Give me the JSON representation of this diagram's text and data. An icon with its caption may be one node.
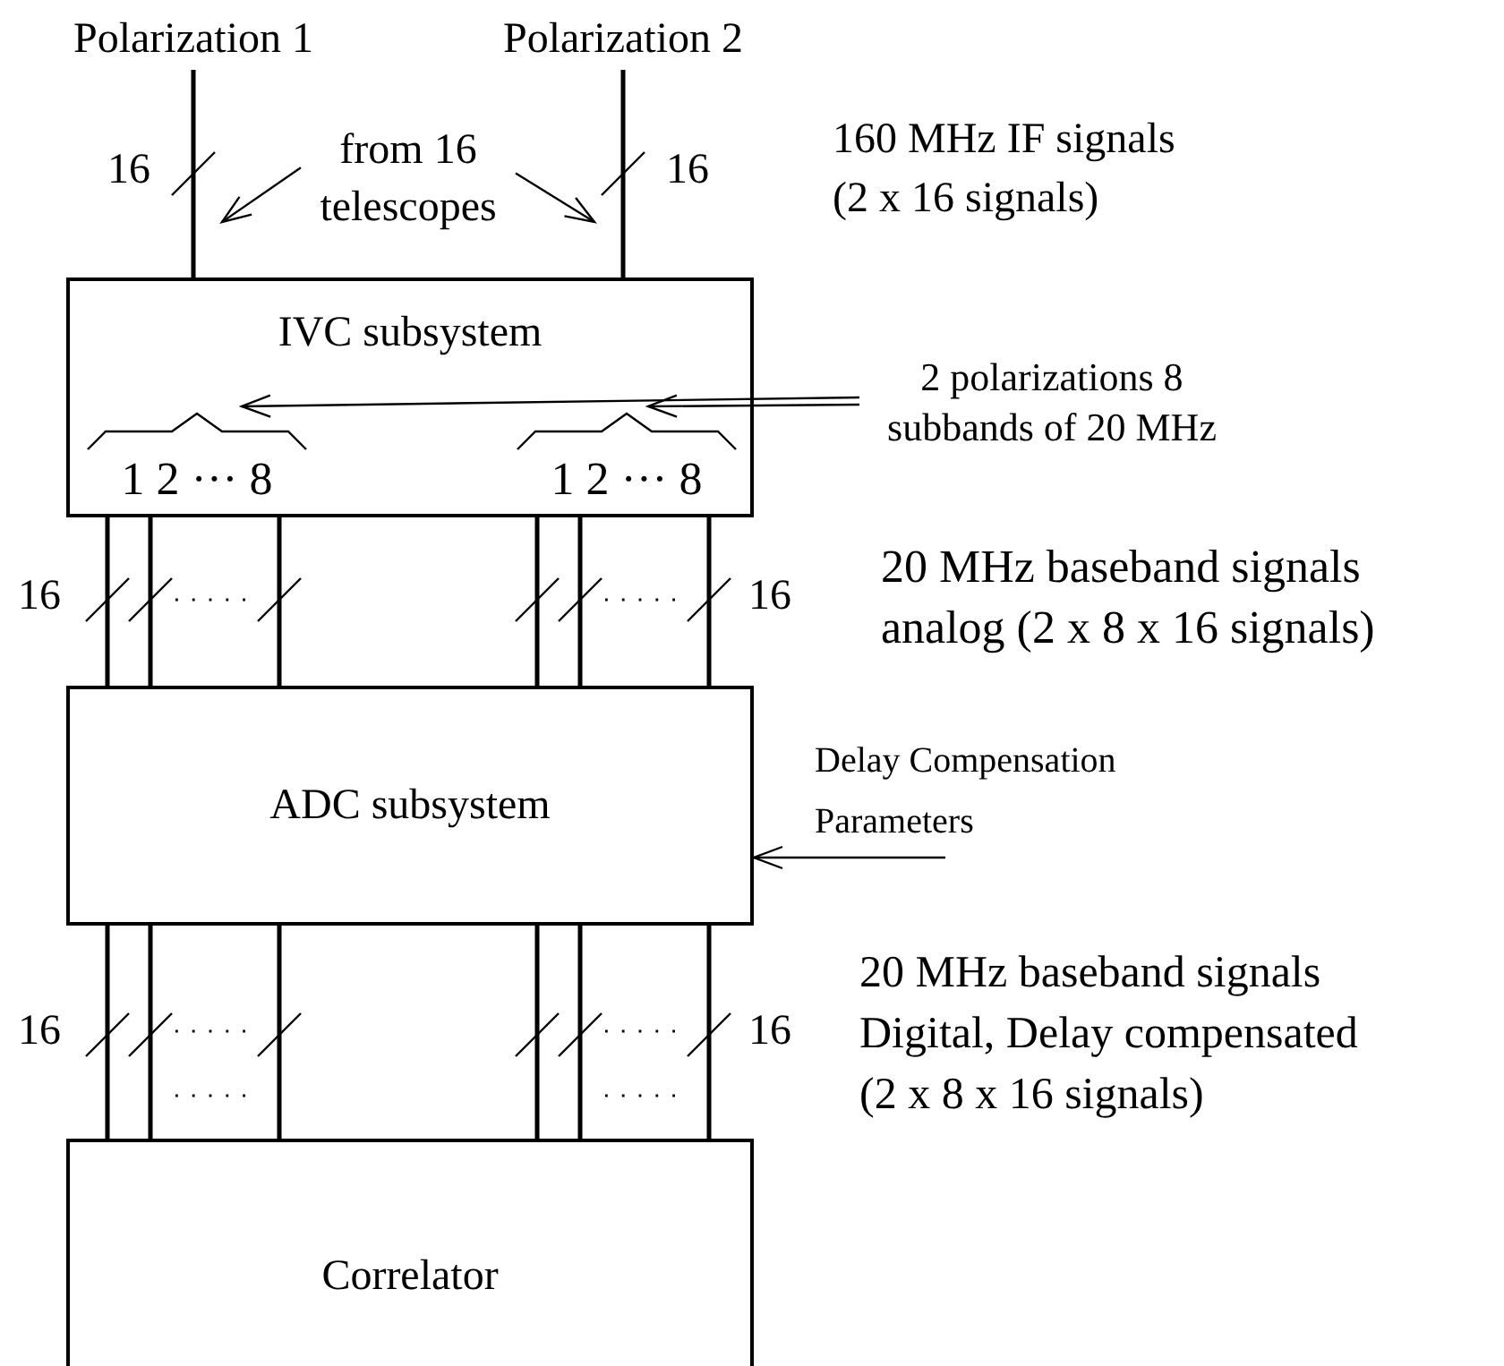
{
  "diagram": {
    "nodes": [
      {
        "text": [
          "Polarization 1"
        ]
      },
      {
        "text": [
          "Polarization 2"
        ]
      },
      {
        "text": [
          "from 16 telescopes"
        ]
      },
      {
        "text": [
          "IVC subsystem"
        ]
      },
      {
        "text": [
          "2 polarizations 8 subbands of 20 MHz"
        ]
      },
      {
        "text": [
          "1 2 ··· 8"
        ],
        "in": 3
      },
      {
        "text": [
          "1 2 ··· 8"
        ],
        "in": 3
      },
      {
        "text": [
          "ADC subsystem"
        ]
      },
      {
        "text": [
          "Delay Compensation Parameters"
        ]
      },
      {
        "text": [
          "Correlator"
        ]
      }
    ],
    "edges": [
      {
        "from": 0,
        "to": 3,
        "arrow": "none"
      },
      {
        "from": 1,
        "to": 3,
        "arrow": "none"
      },
      {
        "from": 2,
        "to": null,
        "arrow": "to"
      },
      {
        "from": 2,
        "to": null,
        "arrow": "to"
      },
      {
        "from": 4,
        "to": 5,
        "arrow": "to"
      },
      {
        "from": 4,
        "to": 6,
        "arrow": "to"
      },
      {
        "from": 3,
        "to": 7,
        "arrow": "none"
      },
      {
        "from": 3,
        "to": 7,
        "arrow": "none"
      },
      {
        "from": 3,
        "to": 7,
        "arrow": "none"
      },
      {
        "from": 3,
        "to": 7,
        "arrow": "none"
      },
      {
        "from": 3,
        "to": 7,
        "arrow": "none"
      },
      {
        "from": 3,
        "to": 7,
        "arrow": "none"
      },
      {
        "from": 8,
        "to": 7,
        "arrow": "to"
      },
      {
        "from": 7,
        "to": 9,
        "arrow": "none"
      },
      {
        "from": 7,
        "to": 9,
        "arrow": "none"
      },
      {
        "from": 7,
        "to": 9,
        "arrow": "none"
      },
      {
        "from": 7,
        "to": 9,
        "arrow": "none"
      },
      {
        "from": 7,
        "to": 9,
        "arrow": "none"
      },
      {
        "from": 7,
        "to": 9,
        "arrow": "none"
      }
    ],
    "labels": [
      "16",
      "16",
      "160 MHz IF signals (2 x 16 signals)",
      "16",
      "16",
      "20 MHz baseband signals analog (2 x 8 x 16 signals)",
      "16",
      "16",
      "20 MHz baseband signals Digital, Delay compensated (2 x 8 x 16 signals)"
    ]
  }
}
